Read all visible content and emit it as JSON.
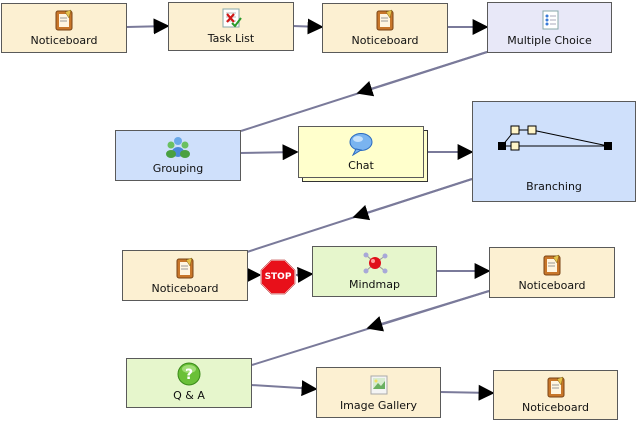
{
  "diagram": {
    "nodes": [
      {
        "id": "n1",
        "label": "Noticeboard",
        "icon": "noticeboard-icon"
      },
      {
        "id": "n2",
        "label": "Task List",
        "icon": "task-list-icon"
      },
      {
        "id": "n3",
        "label": "Noticeboard",
        "icon": "noticeboard-icon"
      },
      {
        "id": "n4",
        "label": "Multiple Choice",
        "icon": "multiple-choice-icon"
      },
      {
        "id": "n5",
        "label": "Grouping",
        "icon": "grouping-icon"
      },
      {
        "id": "n6",
        "label": "Chat",
        "icon": "chat-bubble-icon"
      },
      {
        "id": "n7",
        "label": "Branching",
        "icon": "branching-icon"
      },
      {
        "id": "n8",
        "label": "Noticeboard",
        "icon": "noticeboard-icon"
      },
      {
        "id": "n9",
        "label": "STOP",
        "icon": "stop-sign-icon"
      },
      {
        "id": "n10",
        "label": "Mindmap",
        "icon": "mindmap-icon"
      },
      {
        "id": "n11",
        "label": "Noticeboard",
        "icon": "noticeboard-icon"
      },
      {
        "id": "n12",
        "label": "Q & A",
        "icon": "question-icon"
      },
      {
        "id": "n13",
        "label": "Image Gallery",
        "icon": "image-gallery-icon"
      },
      {
        "id": "n14",
        "label": "Noticeboard",
        "icon": "noticeboard-icon"
      }
    ],
    "edges": [
      [
        "n1",
        "n2"
      ],
      [
        "n2",
        "n3"
      ],
      [
        "n3",
        "n4"
      ],
      [
        "n4",
        "n5"
      ],
      [
        "n5",
        "n6"
      ],
      [
        "n6",
        "n7"
      ],
      [
        "n7",
        "n8"
      ],
      [
        "n8",
        "n9"
      ],
      [
        "n9",
        "n10"
      ],
      [
        "n10",
        "n11"
      ],
      [
        "n11",
        "n12"
      ],
      [
        "n12",
        "n13"
      ],
      [
        "n13",
        "n14"
      ]
    ],
    "colors": {
      "notice_fill": "#fcf0d2",
      "blue_fill": "#cfe0fb",
      "green_fill": "#e6f6cc",
      "chat_fill": "#ffffcc",
      "mc_fill": "#e8e8f8",
      "stop_red": "#e8101a",
      "line": "#7a7a9a"
    }
  }
}
